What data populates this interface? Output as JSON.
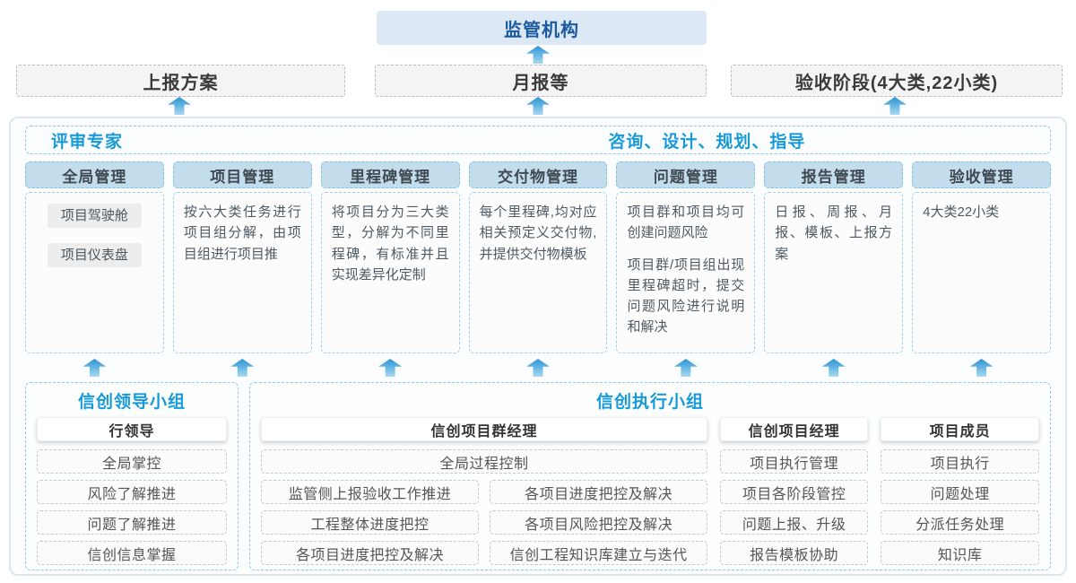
{
  "colors": {
    "accent_blue": "#189ad8",
    "dark_blue": "#1c5aa0",
    "arrow_blue": "#2e94d2",
    "header_fill": "#c4ddec",
    "regulator_fill": "#dce8f4"
  },
  "top": {
    "regulator": "监管机构",
    "channels": [
      {
        "label": "上报方案"
      },
      {
        "label": "月报等"
      },
      {
        "label": "验收阶段(4大类,22小类)"
      }
    ]
  },
  "platform": {
    "left_header": "评审专家",
    "right_header": "咨询、设计、规划、指导",
    "columns": [
      {
        "title": "全局管理",
        "tags": [
          "项目驾驶舱",
          "项目仪表盘"
        ]
      },
      {
        "title": "项目管理",
        "body": "按六大类任务进行项目组分解，由项目组进行项目推"
      },
      {
        "title": "里程碑管理",
        "body": "将项目分为三大类型，分解为不同里程碑，有标准并且实现差异化定制"
      },
      {
        "title": "交付物管理",
        "body": "每个里程碑,均对应相关预定义交付物,并提供交付物模板"
      },
      {
        "title": "问题管理",
        "paragraphs": [
          "项目群和项目均可创建问题风险",
          "项目群/项目组出现里程碑超时，提交问题风险进行说明和解决"
        ]
      },
      {
        "title": "报告管理",
        "body": "日报、周报、月报、模板、上报方案"
      },
      {
        "title": "验收管理",
        "body": "4大类22小类"
      }
    ]
  },
  "groups": {
    "leader": {
      "title": "信创领导小组",
      "role": "行领导",
      "items": [
        "全局掌控",
        "风险了解推进",
        "问题了解推进",
        "信创信息掌握"
      ]
    },
    "exec": {
      "title": "信创执行小组",
      "sections": [
        {
          "role": "信创项目群经理",
          "full": "全局过程控制",
          "grid": [
            [
              "监管侧上报验收工作推进",
              "各项目进度把控及解决"
            ],
            [
              "工程整体进度把控",
              "各项目风险把控及解决"
            ],
            [
              "各项目进度把控及解决",
              "信创工程知识库建立与迭代"
            ]
          ]
        },
        {
          "role": "信创项目经理",
          "items": [
            "项目执行管理",
            "项目各阶段管控",
            "问题上报、升级",
            "报告模板协助"
          ]
        },
        {
          "role": "项目成员",
          "items": [
            "项目执行",
            "问题处理",
            "分派任务处理",
            "知识库"
          ]
        }
      ]
    }
  }
}
